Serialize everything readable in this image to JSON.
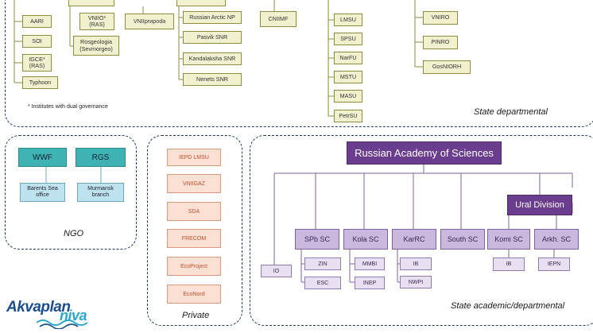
{
  "state_departmental": {
    "caption": "State departmental",
    "footnote": "* Institutes with dual governance",
    "col1": [
      "AARI",
      "SOI",
      "IGCE*\n(RAS)",
      "Typhoon"
    ],
    "col2": [
      "VNIIO*\n(RAS)",
      "Rosgeologia\n(Sevmorgeo)"
    ],
    "col3": [
      "VNIIprироda"
    ],
    "col4": [
      "Russian Arctic NP",
      "Pasvik SNR",
      "Kandalaksha SNR",
      "Nenets SNR"
    ],
    "col5": [
      "CNIIMF"
    ],
    "col6": [
      "LMSU",
      "SPSU",
      "NarFU",
      "MSTU",
      "MASU",
      "PetrSU"
    ],
    "col7": [
      "VNIRO",
      "PINRO",
      "GosNIORH"
    ]
  },
  "ngo": {
    "caption": "NGO",
    "orgs": [
      {
        "name": "WWF",
        "sub": "Barents Sea\noffice"
      },
      {
        "name": "RGS",
        "sub": "Murmansk\nbranch"
      }
    ]
  },
  "private": {
    "caption": "Private",
    "orgs": [
      "IEPD LMSU",
      "VNIIGAZ",
      "SDA",
      "FRECOM",
      "EcoProject",
      "EcoNord"
    ]
  },
  "academic": {
    "caption": "State academic/departmental",
    "ras": "Russian Academy of Sciences",
    "ural": "Ural Division",
    "io": "IO",
    "centers": [
      "SPb SC",
      "Kola SC",
      "KarRC",
      "South SC",
      "Komi SC",
      "Arkh. SC"
    ],
    "spb_units": [
      "ZIN",
      "ESC"
    ],
    "kola_units": [
      "MMBI",
      "INEP"
    ],
    "karrc_units": [
      "IB",
      "NWPI"
    ],
    "komi_units": [
      "IB"
    ],
    "arkh_units": [
      "IEPN"
    ]
  },
  "logo": {
    "part1": "Akvaplan",
    "part2": "niva"
  },
  "colors": {
    "frame": "#1f3b66",
    "ras": "#6a3d8e",
    "ngo": "#3fb3b4",
    "private": "#fbe0d3",
    "state": "#f2f1cf"
  }
}
